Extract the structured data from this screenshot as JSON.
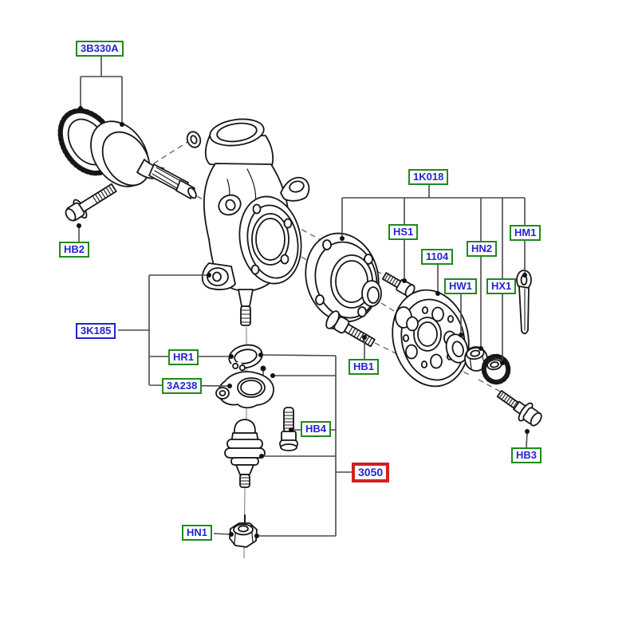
{
  "diagram": {
    "type": "exploded-parts-diagram",
    "subject": "front wheel knuckle / hub assembly",
    "highlighted_label": "3050"
  },
  "colors": {
    "label_border_green": "#1f8a1f",
    "label_border_blue": "#2424cf",
    "label_border_red": "#d32020",
    "label_text_blue": "#2424cf",
    "leader_line": "#4a4a4a",
    "artwork_line": "#161616",
    "background": "#ffffff"
  },
  "labels": [
    {
      "text": "3B330A",
      "style": "green"
    },
    {
      "text": "HB2",
      "style": "green"
    },
    {
      "text": "1K018",
      "style": "green"
    },
    {
      "text": "HS1",
      "style": "green"
    },
    {
      "text": "1104",
      "style": "green"
    },
    {
      "text": "HN2",
      "style": "green"
    },
    {
      "text": "HM1",
      "style": "green"
    },
    {
      "text": "HW1",
      "style": "green"
    },
    {
      "text": "HX1",
      "style": "green"
    },
    {
      "text": "3K185",
      "style": "blue"
    },
    {
      "text": "HR1",
      "style": "green"
    },
    {
      "text": "3A238",
      "style": "green"
    },
    {
      "text": "HB1",
      "style": "green"
    },
    {
      "text": "HB4",
      "style": "green"
    },
    {
      "text": "3050",
      "style": "red"
    },
    {
      "text": "HB3",
      "style": "green"
    },
    {
      "text": "HN1",
      "style": "green"
    }
  ]
}
